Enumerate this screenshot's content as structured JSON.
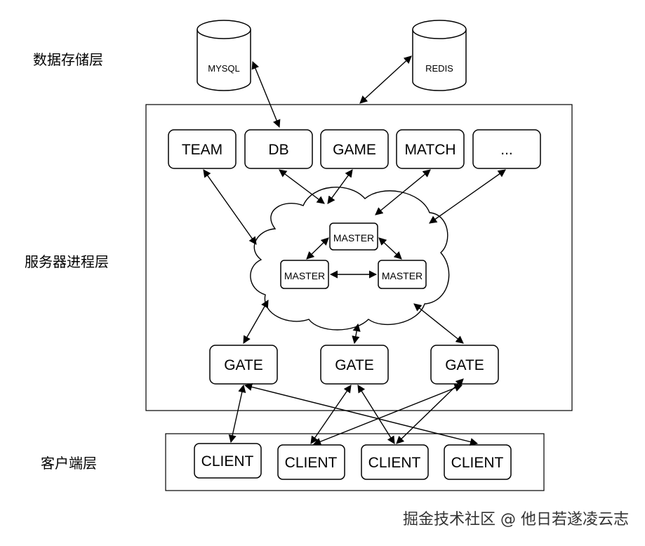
{
  "layers": {
    "storage": "数据存储层",
    "server": "服务器进程层",
    "client": "客户端层"
  },
  "databases": {
    "mysql": "MYSQL",
    "redis": "REDIS"
  },
  "services": {
    "team": "TEAM",
    "db": "DB",
    "game": "GAME",
    "match": "MATCH",
    "more": "..."
  },
  "masters": {
    "top": "MASTER",
    "left": "MASTER",
    "right": "MASTER"
  },
  "gates": [
    "GATE",
    "GATE",
    "GATE"
  ],
  "clients": [
    "CLIENT",
    "CLIENT",
    "CLIENT",
    "CLIENT"
  ],
  "watermark": "掘金技术社区 @ 他日若遂凌云志"
}
